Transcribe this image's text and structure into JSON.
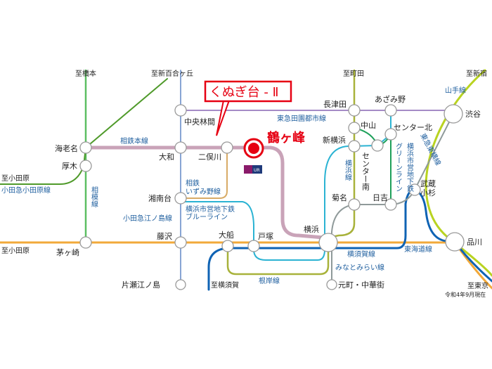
{
  "property": {
    "name": "くぬぎ台 - Ⅱ",
    "nearest_station": "鶴ヶ峰",
    "logo_text": "UR"
  },
  "directions": {
    "hashimoto": "至橋本",
    "shinyurigaoka": "至新百合ヶ丘",
    "machida": "至町田",
    "shinjuku": "至新宿",
    "odawara1": "至小田原",
    "odawara2": "至小田原",
    "yokosuka": "至横須賀",
    "tokyo": "至東京"
  },
  "stations": {
    "ebina": "海老名",
    "atsugi": "厚木",
    "chuorinkan": "中央林間",
    "yamato": "大和",
    "futamatagawa": "二俣川",
    "shonandai": "湘南台",
    "nagatsuta": "長津田",
    "azamino": "あざみ野",
    "shibuya": "渋谷",
    "nakayama": "中山",
    "center_kita": "センター北",
    "shinyokohama": "新横浜",
    "center_minami": "センター南",
    "kikuna": "菊名",
    "hiyoshi": "日吉",
    "musashikosugi": "武蔵小杉",
    "chigasaki": "茅ヶ崎",
    "fujisawa": "藤沢",
    "ofuna": "大船",
    "totsuka": "戸塚",
    "yokohama": "横浜",
    "shinagawa": "品川",
    "katase": "片瀬江ノ島",
    "motomachi": "元町・中華街"
  },
  "lines": {
    "sotetsu_main": "相鉄本線",
    "odakyu_odawara": "小田急小田原線",
    "sagami": "相模線",
    "izumino_1": "相鉄",
    "izumino_2": "いずみ野線",
    "odakyu_enoshima": "小田急江ノ島線",
    "blueline_1": "横浜市営地下鉄",
    "blueline_2": "ブルーライン",
    "denentoshi": "東急田園都市線",
    "yokohama_line": "横浜線",
    "greenline_1": "横浜市営地下鉄",
    "greenline_2": "グリーンライン",
    "toyoko": "東急東横線",
    "yamanote": "山手線",
    "yokosuka_line": "横須賀線",
    "tokaido": "東海道線",
    "minatomirai": "みなとみらい線",
    "negishi": "根岸線"
  },
  "note": "令和4年9月現在",
  "colors": {
    "sotetsu": "#c9a3b8",
    "sagami": "#5cbf62",
    "odakyu": "#4f9a2a",
    "enoshima": "#7b9bd0",
    "denentoshi": "#a58bc6",
    "izumino": "#d8ab66",
    "blueline": "#2bb3d3",
    "greenline": "#1ea05a",
    "yokohama": "#a8b23a",
    "toyoko": "#8f9a9a",
    "yamanote": "#b9d321",
    "tokaido": "#f2a93a",
    "yokosuka": "#0f63b4",
    "accent": "#e60012"
  }
}
